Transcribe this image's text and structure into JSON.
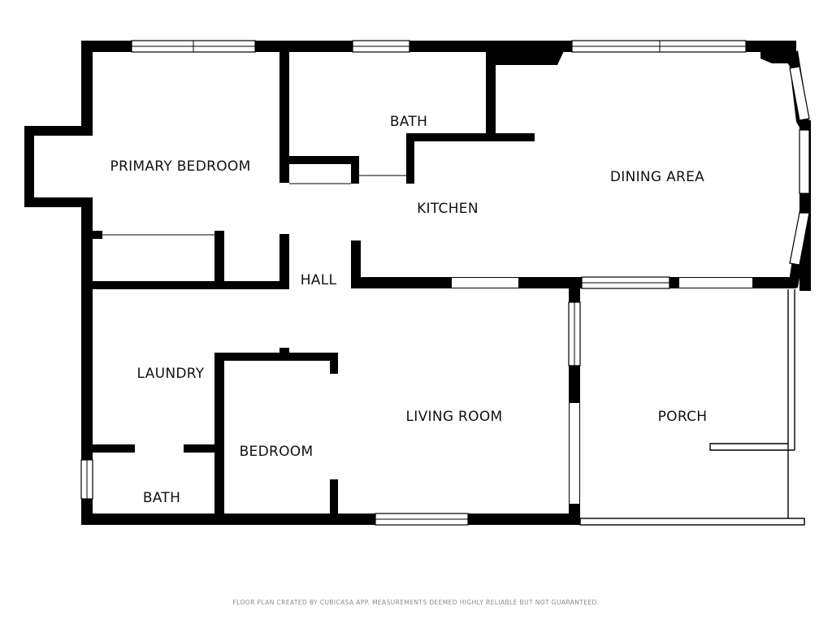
{
  "rooms": {
    "primary_bedroom": "PRIMARY BEDROOM",
    "bath_top": "BATH",
    "dining_area": "DINING AREA",
    "kitchen": "KITCHEN",
    "hall": "HALL",
    "laundry": "LAUNDRY",
    "living_room": "LIVING ROOM",
    "porch": "PORCH",
    "bedroom": "BEDROOM",
    "bath_bottom": "BATH"
  },
  "footer": {
    "disclaimer": "FLOOR PLAN CREATED BY CUBICASA APP. MEASUREMENTS DEEMED HIGHLY RELIABLE BUT NOT GUARANTEED."
  },
  "colors": {
    "wall": "#000000",
    "background": "#ffffff",
    "footer_text": "#8a8a8a"
  }
}
